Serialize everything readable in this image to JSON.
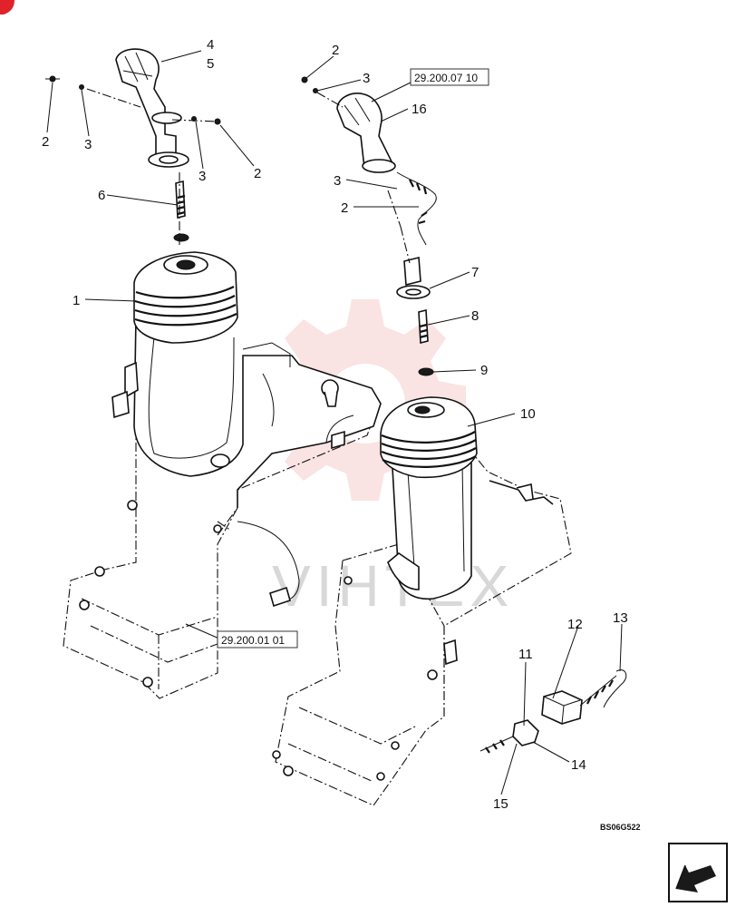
{
  "callouts": {
    "c4": "4",
    "c5": "5",
    "c2a": "2",
    "c3a": "3",
    "c6": "6",
    "c3b": "3",
    "c2b": "2",
    "c1": "1",
    "c2c": "2",
    "c3c": "3",
    "c16": "16",
    "c3d": "3",
    "c2d": "2",
    "c7": "7",
    "c8": "8",
    "c9": "9",
    "c10": "10",
    "c12": "12",
    "c13": "13",
    "c11": "11",
    "c14": "14",
    "c15": "15"
  },
  "references": {
    "upper": "29.200.07 10",
    "lower": "29.200.01 01"
  },
  "drawing_code": "BS06G522",
  "watermark": "VIHTEX",
  "icons": {
    "corner_mark": "red-corner-mark",
    "watermark_logo": "gear-watermark-icon",
    "navigation": "arrow-down-left-icon"
  },
  "colors": {
    "line": "#111111",
    "watermark_gear": "#f0b0b0",
    "corner_mark": "#e0222a"
  }
}
